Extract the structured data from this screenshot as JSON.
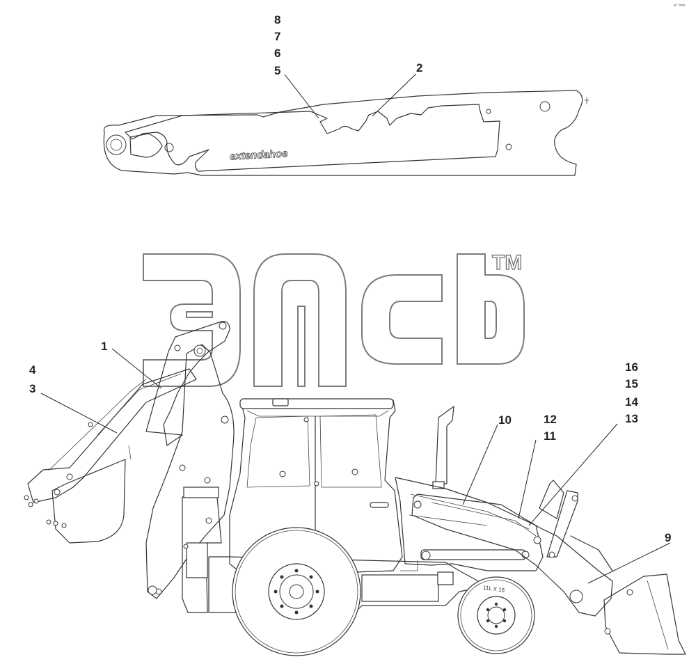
{
  "corner_mark": "a° ooo",
  "arm_decal": {
    "brand_text": "extendahoe"
  },
  "watermark": {
    "trademark": "TM"
  },
  "tyre_label": "11L X 16",
  "callouts": [
    {
      "id": "c1",
      "label": "1"
    },
    {
      "id": "c2",
      "label": "2"
    },
    {
      "id": "c3",
      "label": "3"
    },
    {
      "id": "c4",
      "label": "4"
    },
    {
      "id": "c5",
      "label": "5"
    },
    {
      "id": "c6",
      "label": "6"
    },
    {
      "id": "c7",
      "label": "7"
    },
    {
      "id": "c8",
      "label": "8"
    },
    {
      "id": "c9",
      "label": "9"
    },
    {
      "id": "c10",
      "label": "10"
    },
    {
      "id": "c11",
      "label": "11"
    },
    {
      "id": "c12",
      "label": "12"
    },
    {
      "id": "c13",
      "label": "13"
    },
    {
      "id": "c14",
      "label": "14"
    },
    {
      "id": "c15",
      "label": "15"
    },
    {
      "id": "c16",
      "label": "16"
    }
  ]
}
